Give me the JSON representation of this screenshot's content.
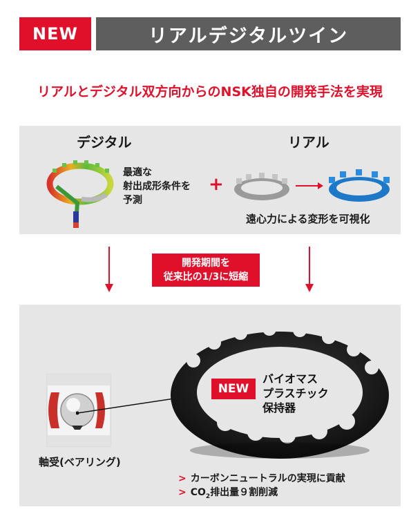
{
  "header": {
    "badge": "NEW",
    "title": "リアルデジタルツイン"
  },
  "subtitle": "リアルとデジタル双方向からのNSK独自の開発手法を実現",
  "digital": {
    "heading": "デジタル",
    "desc_line1": "最適な",
    "desc_line2": "射出成形条件を",
    "desc_line3": "予測"
  },
  "real": {
    "heading": "リアル",
    "caption": "遠心力による変形を可視化"
  },
  "plus": "+",
  "period": {
    "line1": "開発期間を",
    "line2": "従来比の1/3に短縮"
  },
  "product": {
    "badge": "NEW",
    "line1": "バイオマス",
    "line2": "プラスチック",
    "line3": "保持器"
  },
  "bearing_label": "軸受(ベアリング)",
  "benefits": [
    {
      "marker": ">",
      "text": "カーボンニュートラルの実現に貢献"
    },
    {
      "marker": ">",
      "pre": "CO",
      "sub": "2",
      "post": "排出量９割削減"
    }
  ],
  "colors": {
    "accent": "#e0102b",
    "header_gray": "#5e5e5e",
    "panel": "#e6e6e6"
  }
}
